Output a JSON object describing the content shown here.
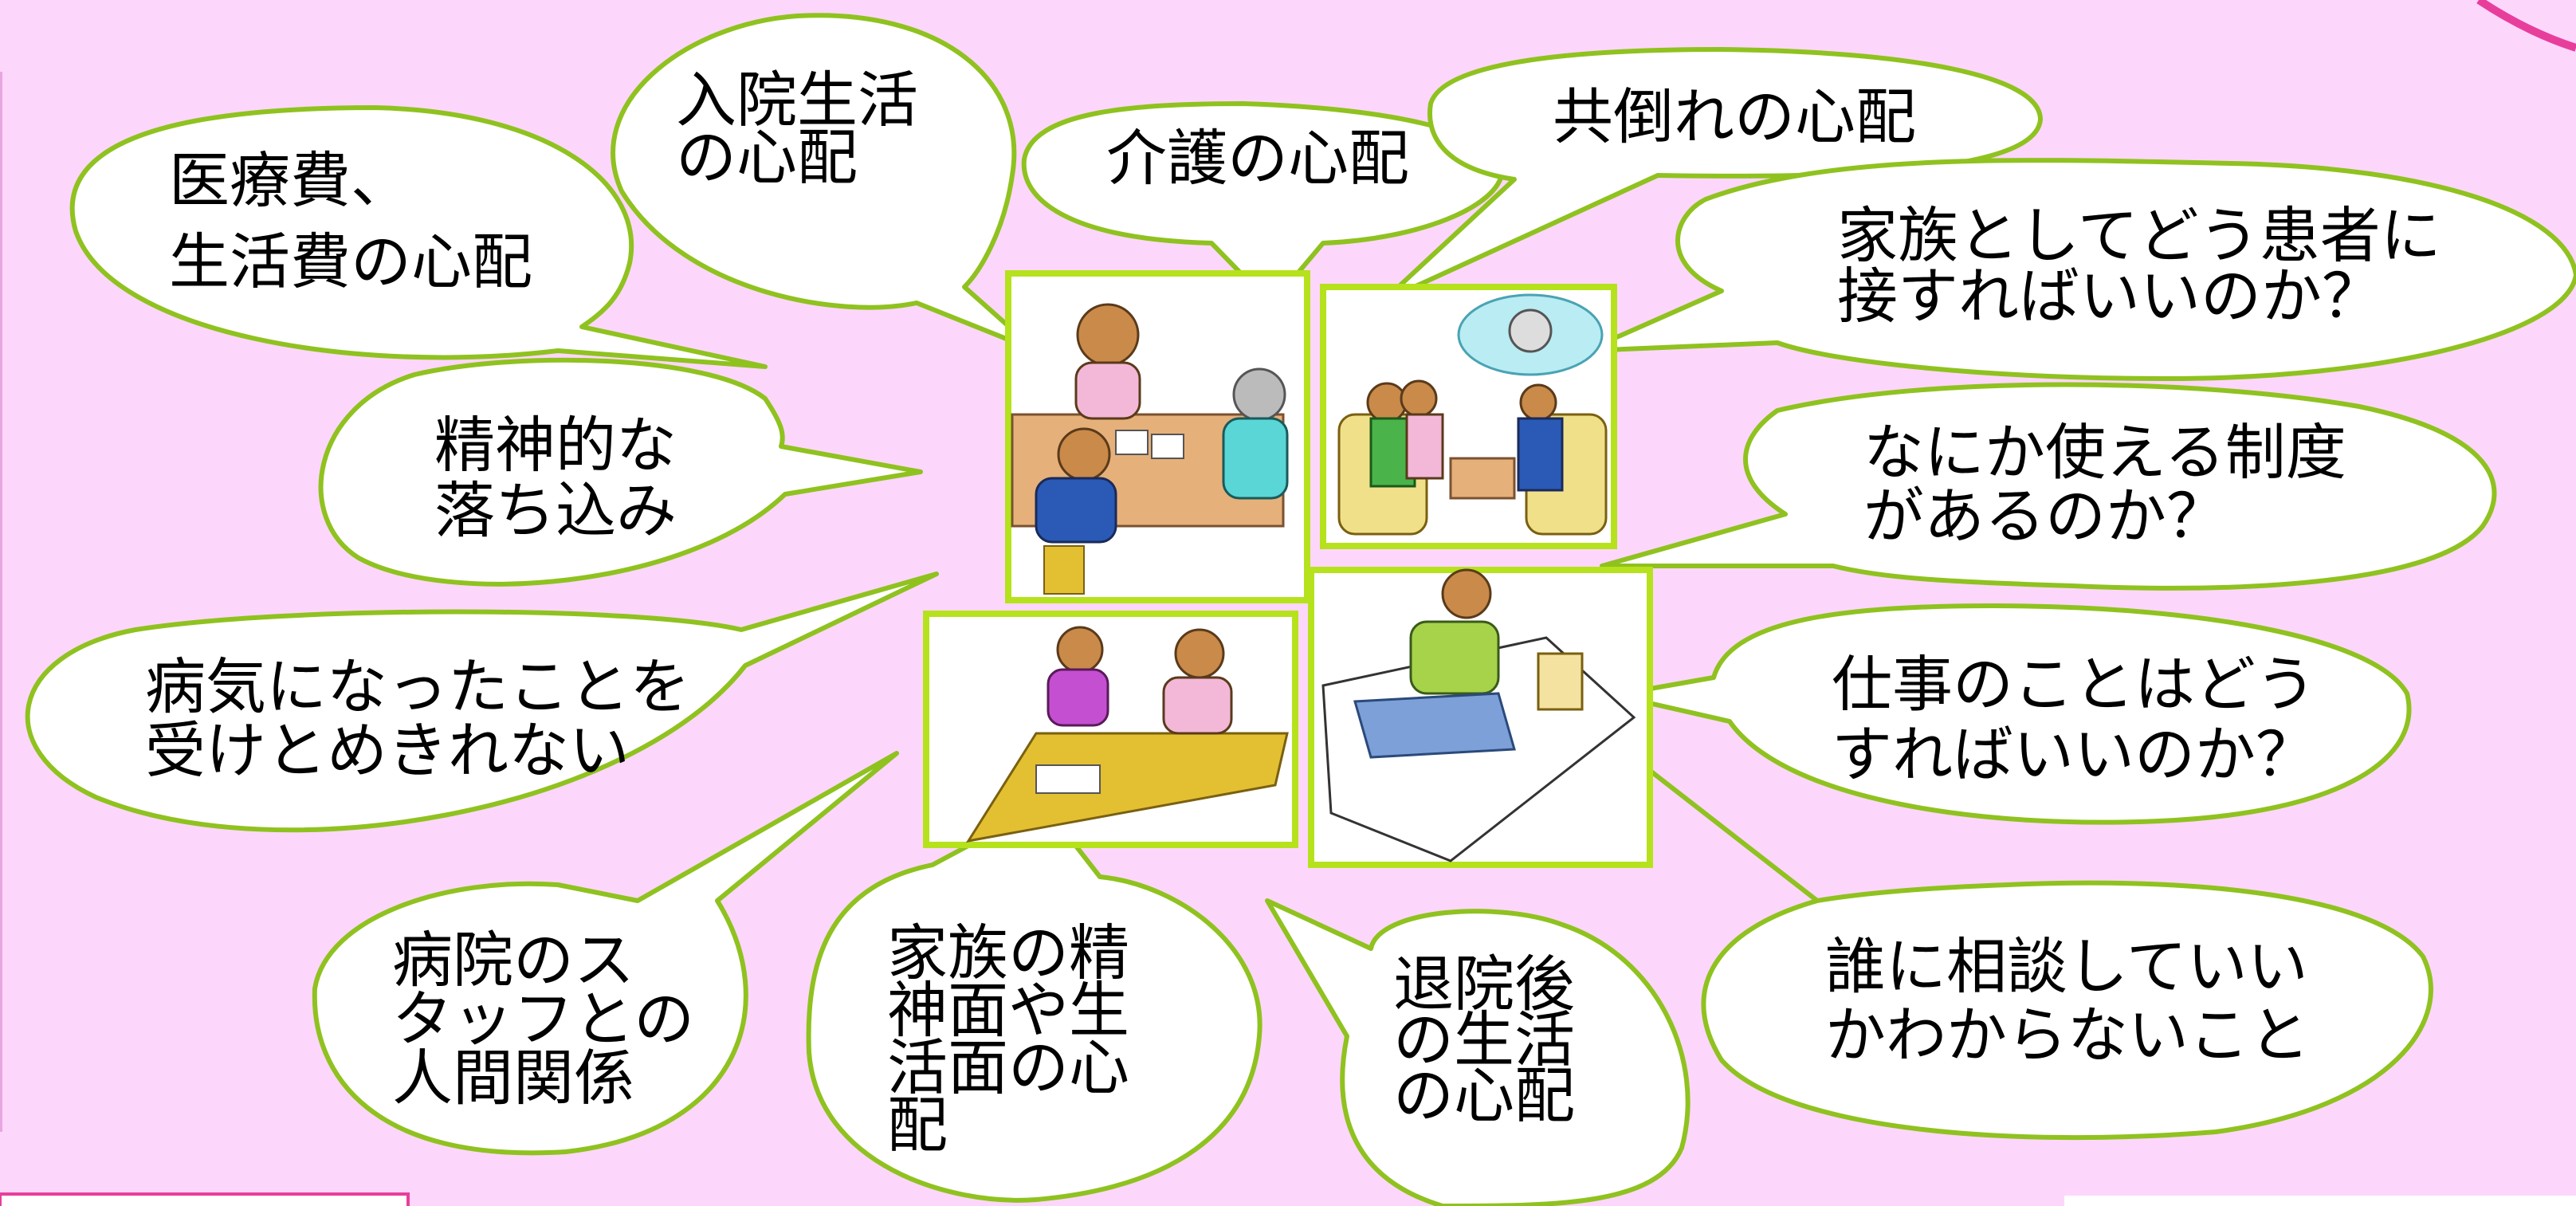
{
  "colors": {
    "background": "#fdd6fb",
    "bubble_fill": "#ffffff",
    "bubble_stroke": "#8fc21f",
    "frame_stroke": "#b5e21c",
    "corner_accent": "#e83e9b"
  },
  "bubbles": [
    {
      "id": "medical-cost",
      "lines": [
        "医療費、",
        "生活費の心配"
      ]
    },
    {
      "id": "hospital-life",
      "lines": [
        "入院生活",
        "の心配"
      ]
    },
    {
      "id": "nursing-care",
      "lines": [
        "介護の心配"
      ]
    },
    {
      "id": "co-collapse",
      "lines": [
        "共倒れの心配"
      ]
    },
    {
      "id": "family-how",
      "lines": [
        "家族としてどう患者に",
        "接すればいいのか？"
      ]
    },
    {
      "id": "mental-depression",
      "lines": [
        "精神的な",
        "落ち込み"
      ]
    },
    {
      "id": "system-usable",
      "lines": [
        "なにか使える制度",
        "があるのか？"
      ]
    },
    {
      "id": "cannot-accept",
      "lines": [
        "病気になったことを",
        "受けとめきれない"
      ]
    },
    {
      "id": "work-how",
      "lines": [
        "仕事のことはどう",
        "すればいいのか？"
      ]
    },
    {
      "id": "hospital-staff",
      "lines": [
        "病院のス",
        "タッフとの",
        "人間関係"
      ]
    },
    {
      "id": "family-mental",
      "lines": [
        "家族の精",
        "神面や生",
        "活面の心",
        "配"
      ]
    },
    {
      "id": "after-discharge",
      "lines": [
        "退院後",
        "の生活",
        "の心配"
      ]
    },
    {
      "id": "who-consult",
      "lines": [
        "誰に相談していい",
        "かわからないこと"
      ]
    }
  ],
  "illustrations": [
    {
      "id": "family-meeting",
      "icon": "family-discussion-picture"
    },
    {
      "id": "visiting-patient",
      "icon": "family-visit-picture"
    },
    {
      "id": "women-talking",
      "icon": "two-women-talking-picture"
    },
    {
      "id": "patient-bed",
      "icon": "patient-in-bed-picture"
    }
  ]
}
